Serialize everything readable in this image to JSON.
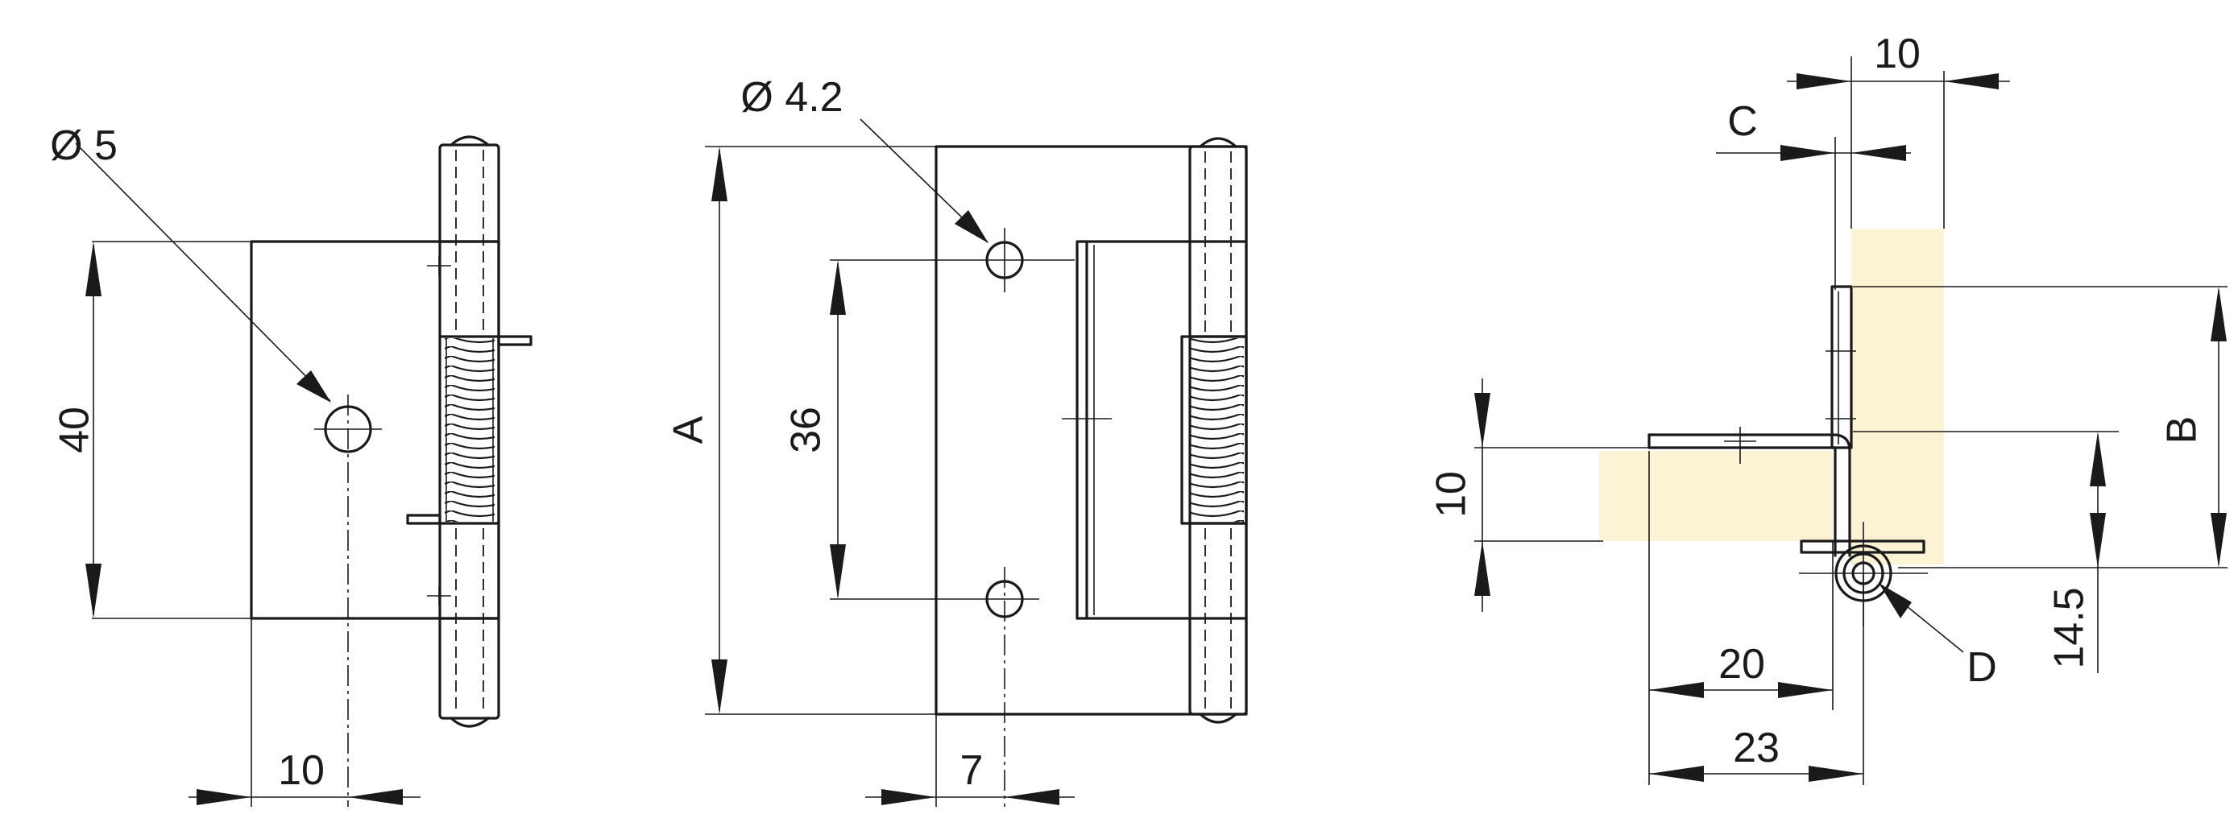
{
  "colors": {
    "line": "#1a1a1a",
    "wood": "#fbf3d4",
    "background": "#ffffff"
  },
  "view1": {
    "hole_dia": "Ø 5",
    "height": "40",
    "offset": "10"
  },
  "view2": {
    "hole_dia": "Ø 4.2",
    "overall": "A",
    "pitch": "36",
    "offset": "7"
  },
  "view3": {
    "pin_width": "10",
    "gap": "C",
    "leaf_height": "10",
    "dim_b": "B",
    "dim_145": "14.5",
    "dim_20": "20",
    "dim_23": "23",
    "knuckle": "D"
  }
}
